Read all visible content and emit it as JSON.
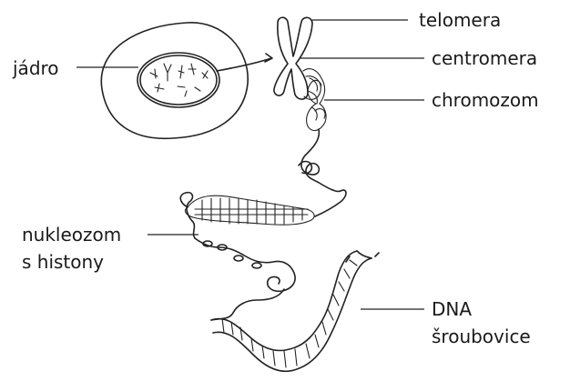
{
  "labels": {
    "nucleus": "jádro",
    "telomere": "telomera",
    "centromere": "centromera",
    "chromosome": "chromozom",
    "nucleosome_line1": "nukleozom",
    "nucleosome_line2": "s histony",
    "dna_line1": "DNA",
    "dna_line2": "šroubovice"
  },
  "colors": {
    "ink": "#222222",
    "background": "#ffffff"
  }
}
